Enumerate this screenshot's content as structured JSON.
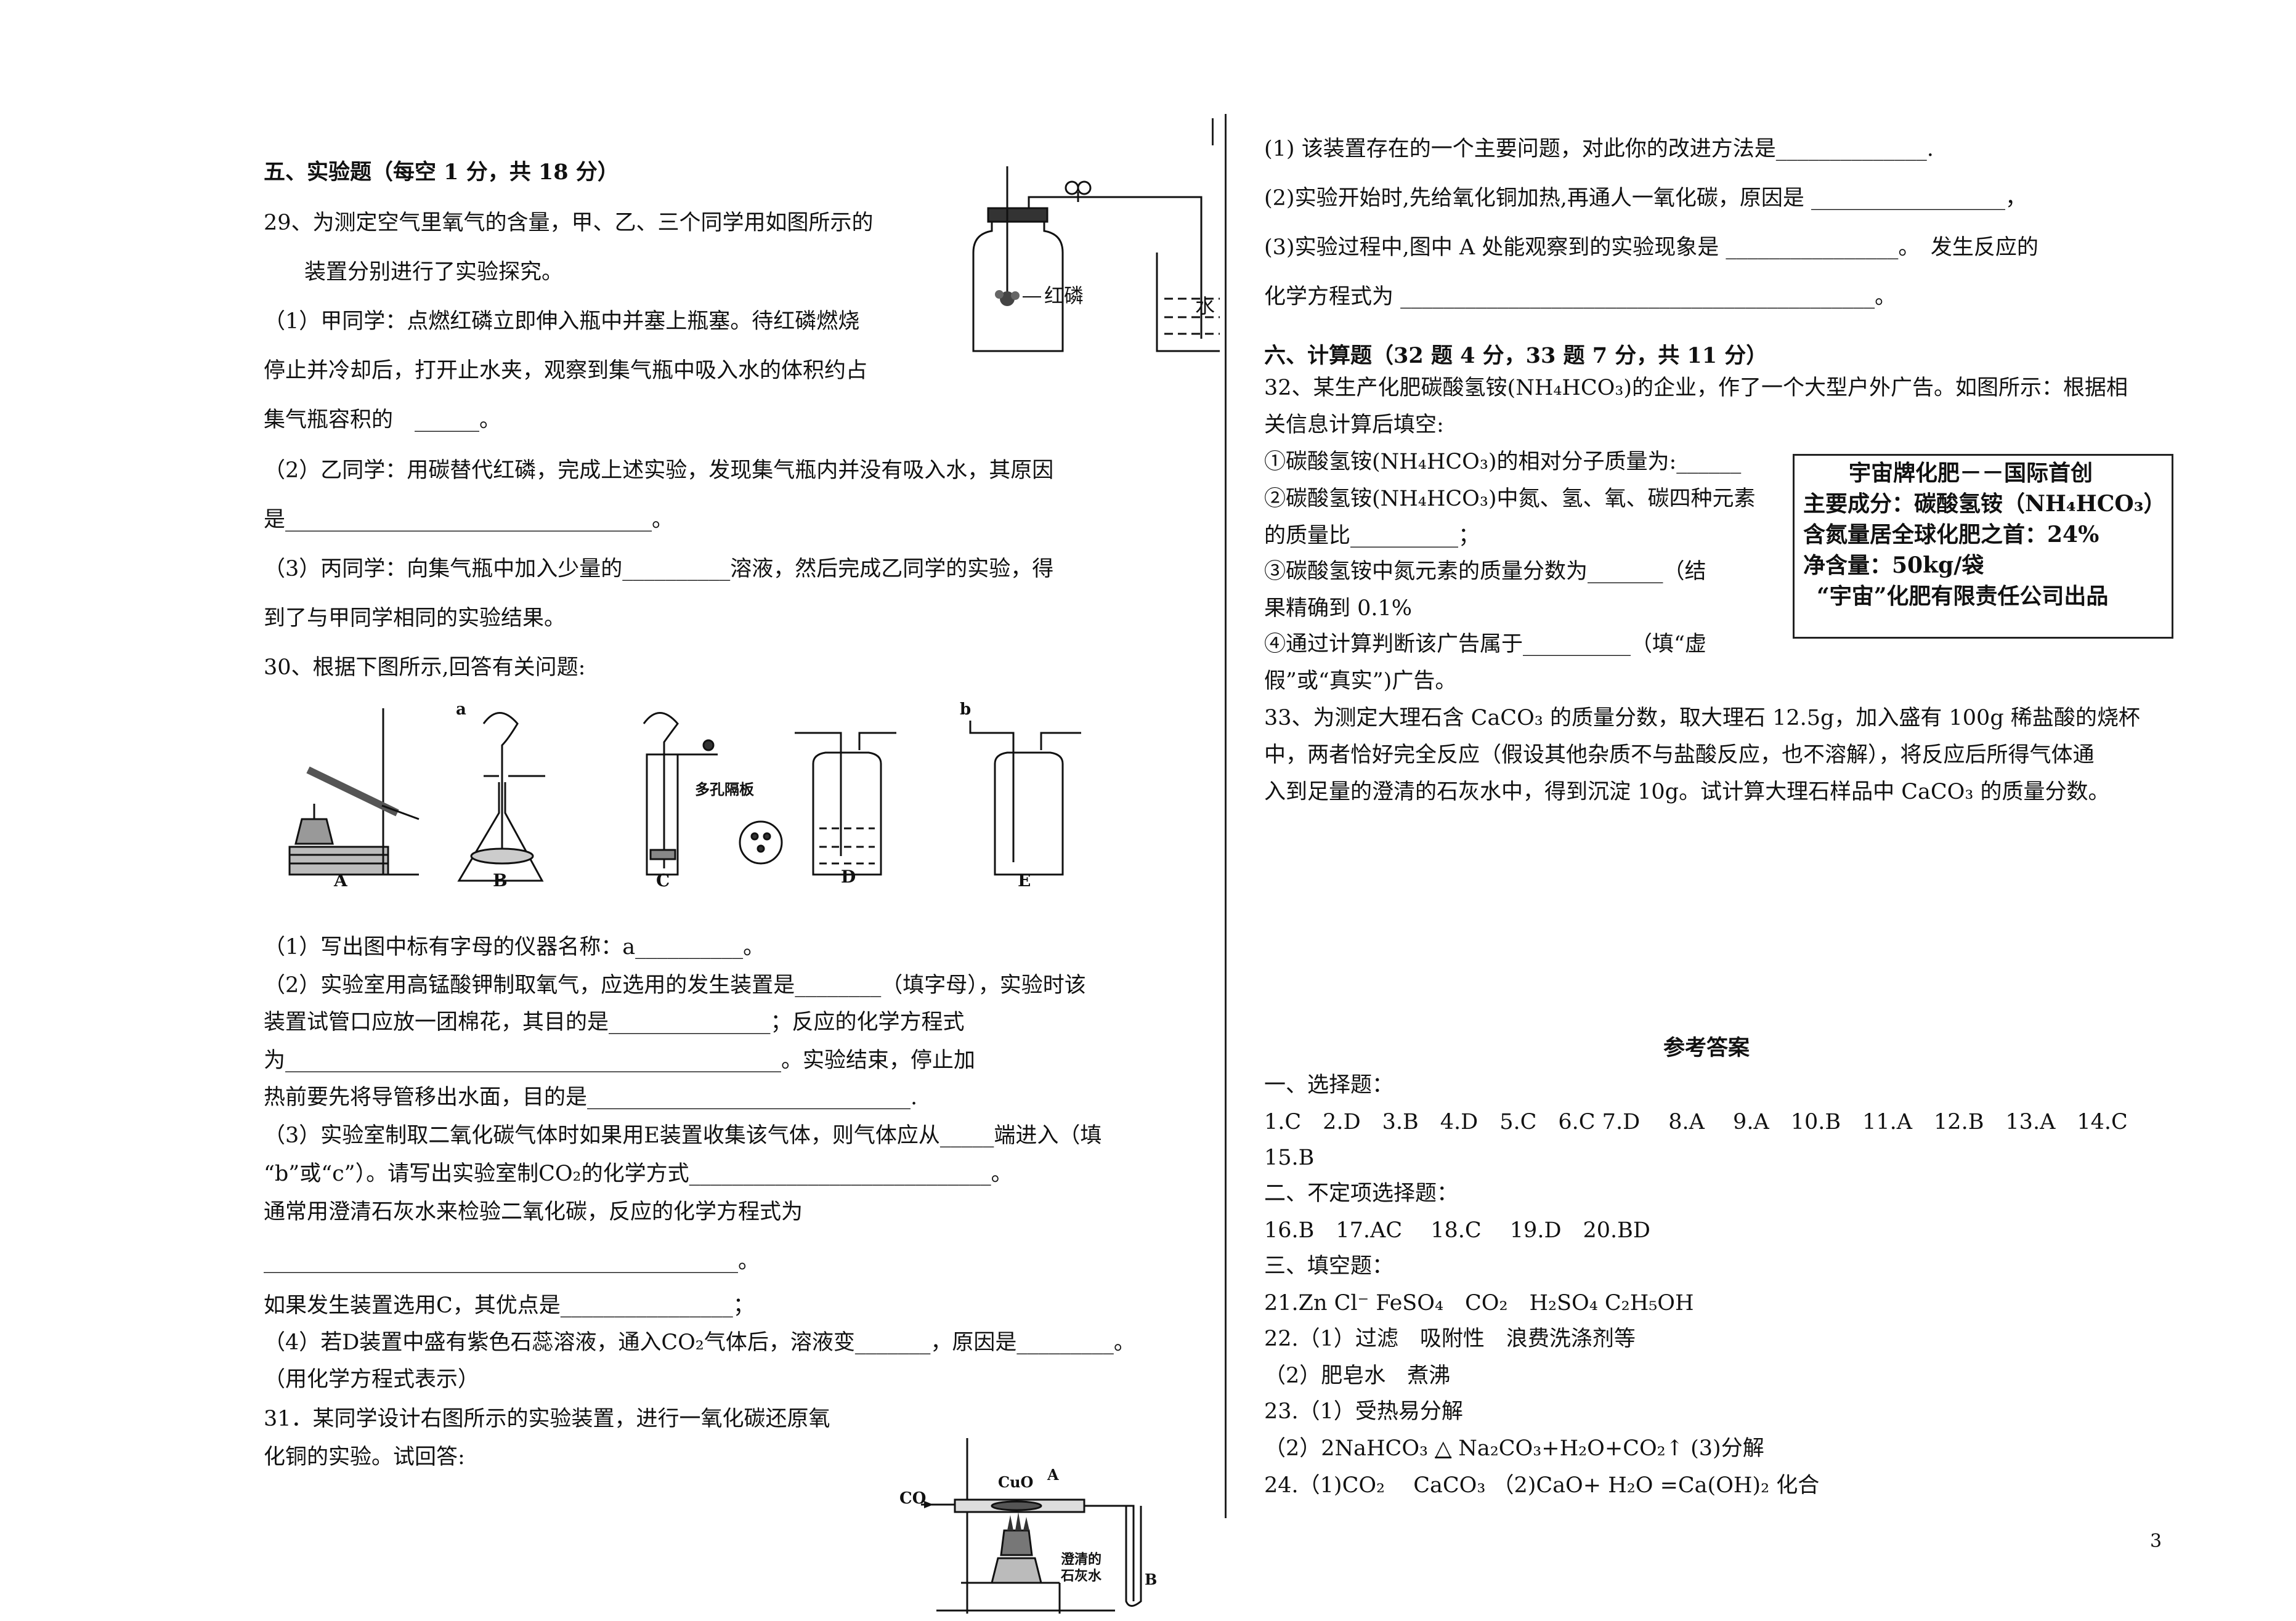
{
  "left": {
    "sec5_title": "五、实验题（每空 1 分，共 18 分）",
    "q29_a": "29、为测定空气里氧气的含量，甲、乙、三个同学用如图所示的",
    "q29_b": "装置分别进行了实验探究。",
    "q29_1a": "（1）甲同学：点燃红磷立即伸入瓶中并塞上瓶塞。待红磷燃烧",
    "q29_1b": "停止并冷却后，打开止水夹，观察到集气瓶中吸入水的体积约占",
    "q29_1c": "集气瓶容积的　______。",
    "q29_2a": "（2）乙同学：用碳替代红磷，完成上述实验，发现集气瓶内并没有吸入水，其原因",
    "q29_2b": "是__________________________________。",
    "q29_3a": "（3）丙同学：向集气瓶中加入少量的__________溶液，然后完成乙同学的实验，得",
    "q29_3b": "到了与甲同学相同的实验结果。",
    "q30": "30、根据下图所示,回答有关问题:",
    "q30_1": "（1）写出图中标有字母的仪器名称：a__________。",
    "q30_2a": "（2）实验室用高锰酸钾制取氧气，应选用的发生装置是________（填字母），实验时该",
    "q30_2b": "装置试管口应放一团棉花，其目的是_______________；反应的化学方程式",
    "q30_2c": "为______________________________________________。实验结束，停止加",
    "q30_2d": "热前要先将导管移出水面，目的是______________________________.",
    "q30_3a": "（3）实验室制取二氧化碳气体时如果用E装置收集该气体，则气体应从_____端进入（填",
    "q30_3b": "“b”或“c”）。请写出实验室制CO₂的化学方式____________________________。",
    "q30_3c": "通常用澄清石灰水来检验二氧化碳，反应的化学方程式为",
    "q30_3d": "____________________________________________。",
    "q30_3e": "如果发生装置选用C，其优点是________________；",
    "q30_4a": "（4）若D装置中盛有紫色石蕊溶液，通入CO₂气体后，溶液变_______，原因是_________。",
    "q30_4b": "（用化学方程式表示）",
    "q31a": "31．某同学设计右图所示的实验装置，进行一氧化碳还原氧",
    "q31b": "化铜的实验。试回答:"
  },
  "fig29": {
    "label_phos": "红磷",
    "label_water": "水"
  },
  "fig30": {
    "labels": [
      "A",
      "B",
      "C",
      "D",
      "E"
    ],
    "letter_a": "a",
    "letter_b": "b",
    "plate_label": "多孔隔板"
  },
  "fig31": {
    "co": "CO",
    "cuo": "CuO",
    "a": "A",
    "b": "B",
    "limewater_1": "澄清的",
    "limewater_2": "石灰水"
  },
  "right": {
    "q31_1": "(1) 该装置存在的一个主要问题，对此你的改进方法是______________.",
    "q31_2": "(2)实验开始时,先给氧化铜加热,再通人一氧化碳，原因是 __________________，",
    "q31_3a": "(3)实验过程中,图中 A 处能观察到的实验现象是 ________________。　发生反应的",
    "q31_3b": "化学方程式为 ____________________________________________。",
    "sec6_title": "六、计算题（32 题 4 分，33 题 7 分，共 11 分）",
    "q32a": "32、某生产化肥碳酸氢铵(NH₄HCO₃)的企业，作了一个大型户外广告。如图所示：根据相",
    "q32b": "关信息计算后填空:",
    "q32_1": "①碳酸氢铵(NH₄HCO₃)的相对分子质量为:______",
    "q32_2a": "②碳酸氢铵(NH₄HCO₃)中氮、氢、氧、碳四种元素",
    "q32_2b": "的质量比__________；",
    "q32_3a": "③碳酸氢铵中氮元素的质量分数为_______（结",
    "q32_3b": "果精确到 0.1%",
    "q32_4a": "④通过计算判断该广告属于__________（填“虚",
    "q32_4b": "假”或“真实”)广告。",
    "q33a": "33、为测定大理石含 CaCO₃ 的质量分数，取大理石 12.5g，加入盛有 100g 稀盐酸的烧杯",
    "q33b": "中，两者恰好完全反应（假设其他杂质不与盐酸反应，也不溶解），将反应后所得气体通",
    "q33c": "入到足量的澄清的石灰水中，得到沉淀 10g。试计算大理石样品中 CaCO₃ 的质量分数。"
  },
  "ad": {
    "title": "宇宙牌化肥－－国际首创",
    "line1": "主要成分：碳酸氢铵（NH₄HCO₃）",
    "line2": "含氮量居全球化肥之首：24%",
    "line3": "净含量：50kg/袋",
    "line4": "“宇宙”化肥有限责任公司出品"
  },
  "answers": {
    "title": "参考答案",
    "s1": "一、选择题：",
    "a1": "1.C　2.D　3.B　4.D　5.C　6.C 7.D　 8.A　 9.A　10.B　11.A　12.B　13.A　14.C",
    "a2": "15.B",
    "s2": "二、不定项选择题：",
    "a3": "16.B　17.AC　 18.C　 19.D　20.BD",
    "s3": "三、填空题：",
    "a4": "21.Zn Cl⁻ FeSO₄　CO₂　H₂SO₄ C₂H₅OH",
    "a5": "22.（1）过滤　吸附性　浪费洗涤剂等",
    "a6": "（2）肥皂水　煮沸",
    "a7": "23.（1）受热易分解",
    "a8_pre": "（2）2NaHCO₃ ",
    "a8_tri": "△",
    "a8_post": " Na₂CO₃+H₂O+CO₂↑ (3)分解",
    "a9": "24.（1)CO₂　 CaCO₃ （2)CaO+ H₂O =Ca(OH)₂ 化合"
  },
  "page_number": "3"
}
